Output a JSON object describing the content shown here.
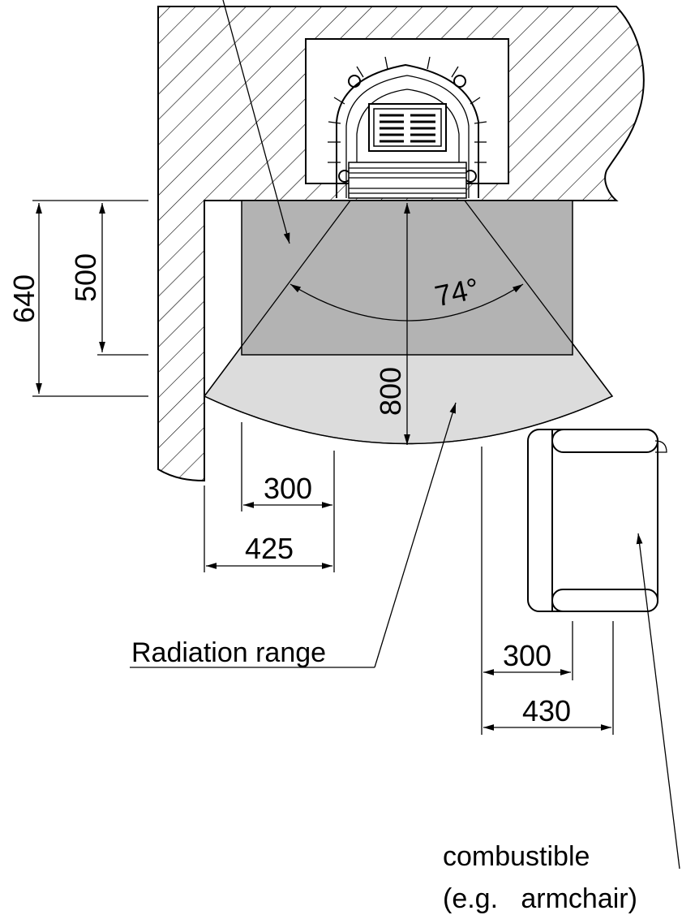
{
  "labels": {
    "radiation_range": "Radiation range",
    "combustible_line1": "combustible",
    "combustible_line2": "(e.g.   armchair)"
  },
  "dimensions": {
    "wall_height_outer": "640",
    "wall_height_inner": "500",
    "radiation_depth": "800",
    "angle": "74°",
    "side_inner": "300",
    "side_outer": "425",
    "front_inner": "300",
    "front_outer": "430"
  },
  "colors": {
    "wall_hatch": "#000000",
    "fire_zone": "#b3b3b3",
    "radiation_zone": "#dcdcdc",
    "line": "#000000"
  }
}
